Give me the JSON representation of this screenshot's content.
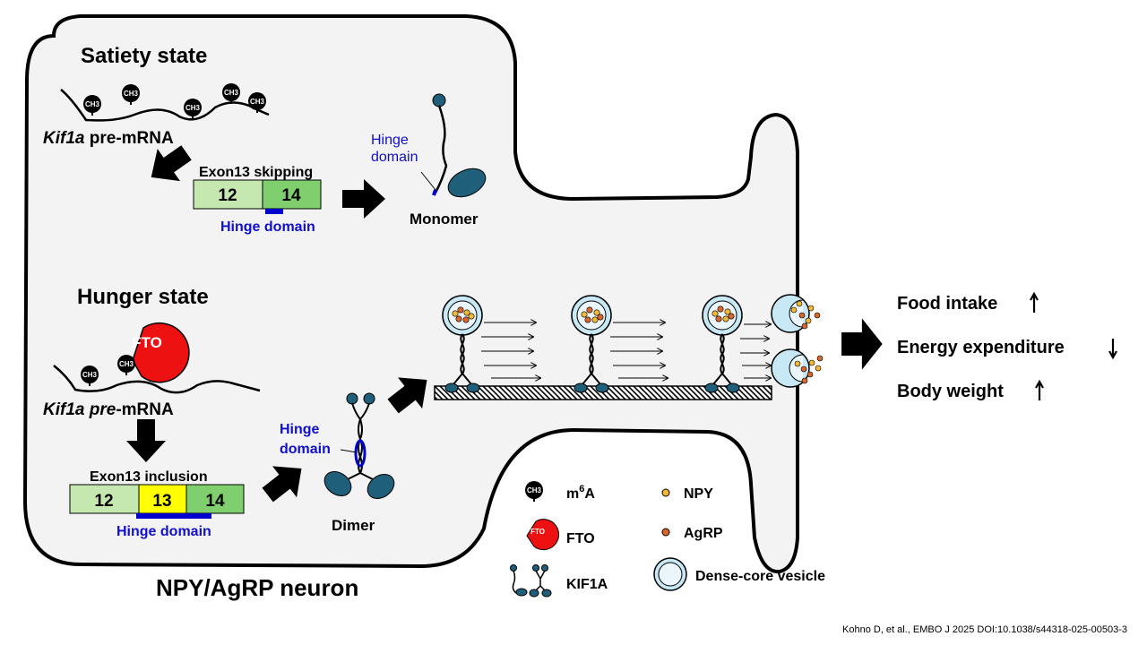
{
  "satiety": {
    "title": "Satiety state",
    "mrna_italic": "Kif1a",
    "mrna_rest": " pre-mRNA",
    "process": "Exon13 skipping",
    "exon_a": "12",
    "exon_b": "14",
    "hinge": "Hinge domain",
    "hinge_line1": "Hinge",
    "hinge_line2": "domain",
    "product": "Monomer"
  },
  "hunger": {
    "title": "Hunger state",
    "fto": "FTO",
    "mrna_italic": "Kif1a pre",
    "mrna_rest": "-mRNA",
    "process": "Exon13 inclusion",
    "exon_a": "12",
    "exon_b": "13",
    "exon_c": "14",
    "hinge": "Hinge domain",
    "hinge_line1": "Hinge",
    "hinge_line2": "domain",
    "product": "Dimer"
  },
  "ch3_label": "CH3",
  "neuron_label": "NPY/AgRP neuron",
  "outcomes": [
    {
      "label": "Food intake",
      "direction": "up"
    },
    {
      "label": "Energy expenditure",
      "direction": "down"
    },
    {
      "label": "Body weight",
      "direction": "up"
    }
  ],
  "legend": {
    "m6a_prefix": "m",
    "m6a_sup": "6",
    "m6a_suffix": "A",
    "fto_icon_text": "FTO",
    "fto": "FTO",
    "kif1a": "KIF1A",
    "npy": "NPY",
    "agrp": "AgRP",
    "vesicle": "Dense-core vesicle"
  },
  "citation": "Kohno D, et al., EMBO J 2025   DOI:10.1038/s44318-025-00503-3",
  "colors": {
    "exon12": "#c5e8b0",
    "exon13": "#ffff00",
    "exon14": "#7fcf6e",
    "hinge": "#0000cc",
    "fto": "#ee1111",
    "kinesin": "#1f5f7a",
    "vesicle": "#c8e8f5",
    "npy": "#f2b833",
    "agrp": "#d9662a",
    "cell": "#f3f3f3"
  }
}
